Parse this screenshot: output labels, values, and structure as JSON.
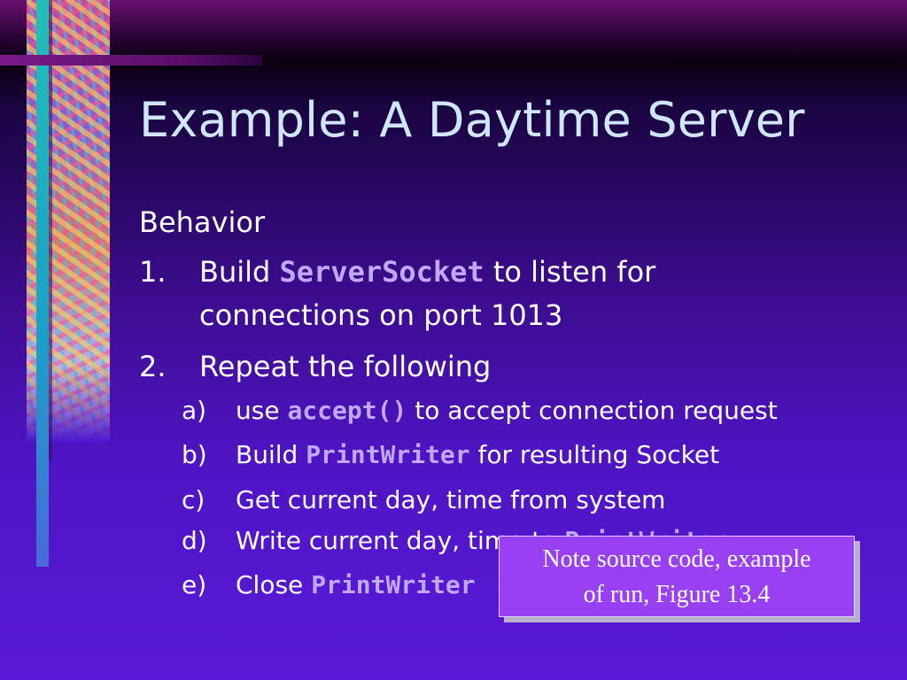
{
  "title": "Example: A Daytime Server",
  "section": "Behavior",
  "steps": [
    {
      "num": "1.",
      "prefix": "Build ",
      "code": "ServerSocket",
      "suffix": " to listen for",
      "cont": "connections on port 1013"
    },
    {
      "num": "2.",
      "text": "Repeat the following"
    }
  ],
  "substeps": [
    {
      "label": "a)",
      "prefix": "use ",
      "code": "accept()",
      "suffix": " to accept connection request"
    },
    {
      "label": "b)",
      "prefix": "Build ",
      "code": "PrintWriter",
      "suffix": " for resulting Socket"
    },
    {
      "label": "c)",
      "prefix": "Get current day, time from system",
      "code": "",
      "suffix": ""
    },
    {
      "label": "d)",
      "prefix": "Write current day, time to ",
      "code": "PrintWriter",
      "suffix": ""
    },
    {
      "label": "e)",
      "prefix": "Close ",
      "code": "PrintWriter",
      "suffix": ""
    }
  ],
  "note": {
    "line1": "Note source code, example",
    "line2": "of run, Figure 13.4"
  },
  "colors": {
    "title": "#cfe6ff",
    "code": "#c0a8ff",
    "note_bg": "#9a40f4"
  }
}
